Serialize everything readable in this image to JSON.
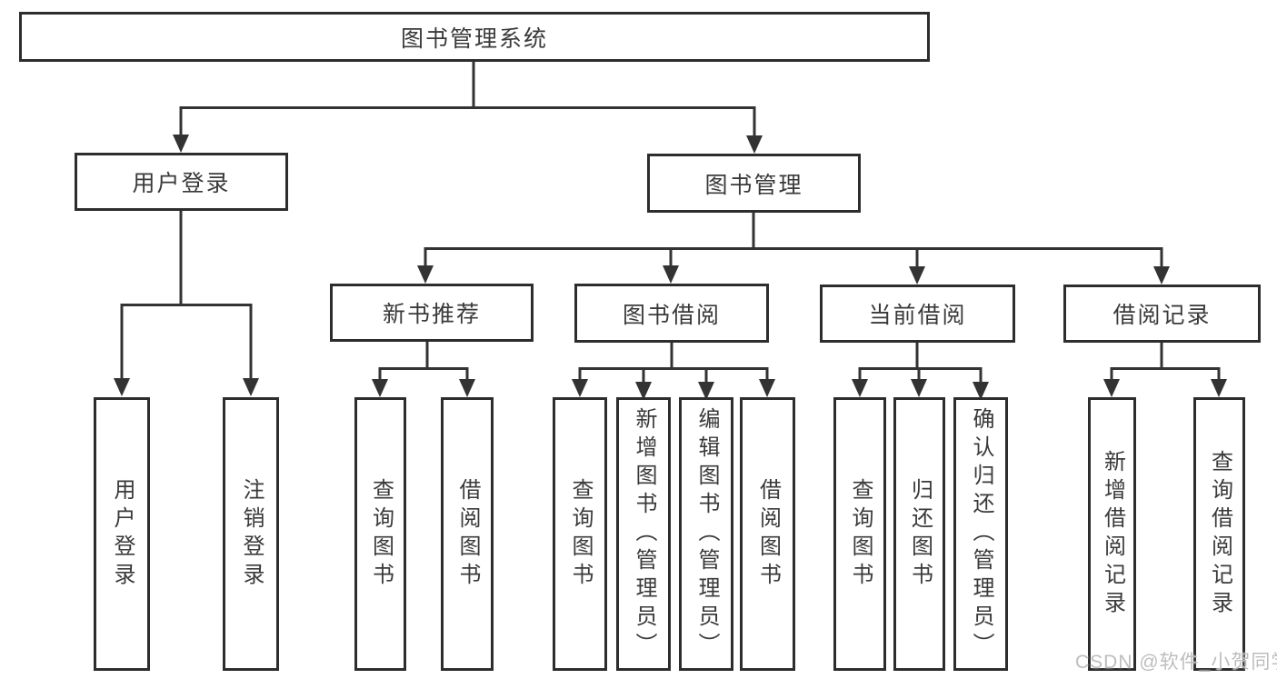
{
  "watermark": "CSDN @软件_小贺同学",
  "diagram": {
    "type": "tree",
    "root": {
      "label": "图书管理系统"
    },
    "branches": [
      {
        "label": "用户登录",
        "children": [
          {
            "label": "用户登录"
          },
          {
            "label": "注销登录"
          }
        ]
      },
      {
        "label": "图书管理",
        "children": [
          {
            "label": "新书推荐",
            "children": [
              {
                "label": "查询图书"
              },
              {
                "label": "借阅图书"
              }
            ]
          },
          {
            "label": "图书借阅",
            "children": [
              {
                "label": "查询图书"
              },
              {
                "label": "新增图书（管理员）"
              },
              {
                "label": "编辑图书（管理员）"
              },
              {
                "label": "借阅图书"
              }
            ]
          },
          {
            "label": "当前借阅",
            "children": [
              {
                "label": "查询图书"
              },
              {
                "label": "归还图书"
              },
              {
                "label": "确认归还（管理员）"
              }
            ]
          },
          {
            "label": "借阅记录",
            "children": [
              {
                "label": "新增借阅记录"
              },
              {
                "label": "查询借阅记录"
              }
            ]
          }
        ]
      }
    ]
  },
  "colors": {
    "line": "#333333",
    "border": "#2d2d2d",
    "text": "#3a3a3a",
    "background": "#ffffff",
    "watermark": "#b9b9b9"
  }
}
